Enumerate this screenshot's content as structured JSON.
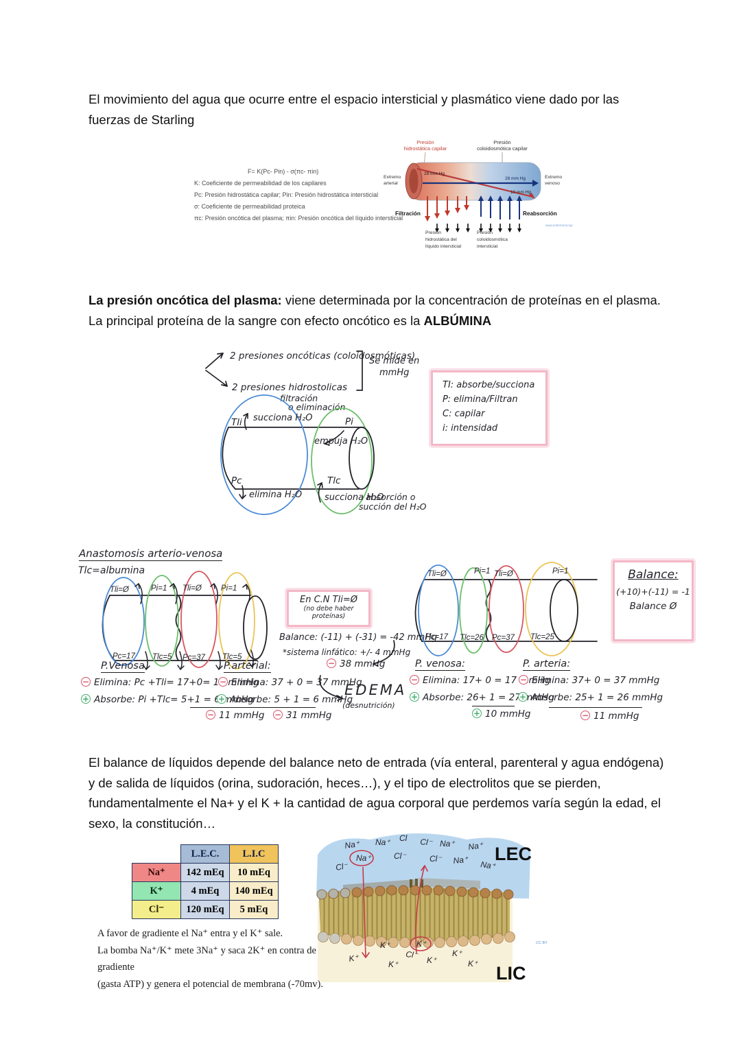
{
  "doc": {
    "para1": "El movimiento del agua que ocurre entre el espacio intersticial y plasmático viene dado por las fuerzas de Starling",
    "para2_bold": "La presión oncótica del plasma:",
    "para2_mid": " viene determinada por la concentración de proteínas en el plasma. La principal proteína de la sangre con efecto oncótico es la ",
    "para2_bold2": "ALBÚMINA",
    "para3": "El balance de líquidos depende del balance neto de entrada (vía enteral, parenteral y agua endógena) y de salida de líquidos (orina, sudoración, heces…), y el tipo de electrolitos que se pierden, fundamentalmente el Na+ y el K + la cantidad de agua corporal que perdemos varía según la edad, el sexo, la constitución…"
  },
  "starling": {
    "equation": "F= K(Pc- Pin) - σ(πc- πin)",
    "k": "K: Coeficiente de permeabilidad de los capilares",
    "p": "Pc: Presión hidrostática capilar; Pin: Presión hidrostática intersticial",
    "sigma": "σ: Coeficiente de permeabilidad proteica",
    "pi": "πc: Presión oncótica del plasma; πin: Presión oncótica del líquido intersticial"
  },
  "cap": {
    "lbl_ph1": "Presión",
    "lbl_ph2": "hidrostática capilar",
    "lbl_pc1": "Presión",
    "lbl_pc2": "coloidosmótica capilar",
    "mm28a": "28 mm Hg",
    "mm28b": "28 mm Hg",
    "mm10": "10 mm Hg",
    "ext_a1": "Extremo",
    "ext_a2": "arterial",
    "ext_v1": "Extremo",
    "ext_v2": "venoso",
    "filt": "Filtración",
    "reab": "Reabsorción",
    "web": "www.enfermeria.top",
    "bl1a": "Presión",
    "bl1b": "hidrostática del",
    "bl1c": "líquido intersticial",
    "bl2a": "Presión",
    "bl2b": "coloidosmótica",
    "bl2c": "intersticial"
  },
  "d1": {
    "onc": "2 presiones oncóticas (coloidosmóticas)",
    "hid": "2 presiones hidrostolicas",
    "mide1": "Se mide en",
    "mide2": "mmHg",
    "filt": "filtración",
    "elim": "o eliminación",
    "tli": "Tli",
    "succ_top": "succiona H₂O",
    "pi": "Pi",
    "empuja": "empuja H₂O",
    "pc": "Pc",
    "elimina": "elimina H₂O",
    "tlc": "Tlc",
    "succ_bot": "succiona H₂O",
    "abs1": "absorción o",
    "abs2": "succión del H₂O",
    "leg1": "TI: absorbe/succiona",
    "leg2": "P: elimina/Filtran",
    "leg3": "C: capilar",
    "leg4": "i: intensidad"
  },
  "d2": {
    "title": "Anastomosis arterio-venosa",
    "subtitle": "Tlc=albumina",
    "lt": [
      "Tli=Ø",
      "Pi=1",
      "Tli=Ø",
      "Pi=1"
    ],
    "lb": [
      "Pc=17",
      "Tlc=5",
      "Pc=37",
      "Tlc=5"
    ],
    "rt": [
      "Tli=Ø",
      "Pi=1",
      "Tli=Ø",
      "Pi=1"
    ],
    "rb": [
      "Pc=17",
      "Tlc=26",
      "Pc=37",
      "Tlc=25"
    ],
    "pv_title": "P.Venosa",
    "pv1s": "−",
    "pv1": "Elimina: Pc +Tli= 17+0= 17 mmHg",
    "pv2s": "+",
    "pv2": "Absorbe: Pi +Tlc= 5+1 = 6 mmHg",
    "pvns": "−",
    "pvn": "11 mmHg",
    "pa_title": "P.arterial:",
    "pa1s": "−",
    "pa1": "Elimina: 37 + 0 = 37 mmHg",
    "pa2s": "+",
    "pa2": "Absorbe: 5 + 1 = 6 mmHg",
    "pans": "−",
    "pan": "31 mmHg",
    "cn1": "En C.N Tli=Ø",
    "cn2": "(no debe haber proteínas)",
    "bal": "Balance: (-11) + (-31) = -42 mmHg",
    "linf": "*sistema linfático: +/- 4 mmHg",
    "n38s": "−",
    "n38": "38 mmHg",
    "edema": "EDEMA",
    "desn": "(desnutrición)",
    "rv_title": "P. venosa:",
    "rv1s": "−",
    "rv1": "Elimina: 17+ 0 = 17 mmHg",
    "rv2s": "+",
    "rv2": "Absorbe: 26+ 1 = 27 mmHg",
    "rvns": "+",
    "rvn": "10 mmHg",
    "ra_title": "P. arteria:",
    "ra1s": "−",
    "ra1": "Elimina: 37+ 0 = 37 mmHg",
    "ra2s": "+",
    "ra2": "Absorbe: 25+ 1 = 26 mmHg",
    "rans": "−",
    "ran": "11 mmHg",
    "bx_title": "Balance:",
    "bx_calc": "(+10)+(-11) = -1",
    "bx_res": "Balance Ø"
  },
  "table": {
    "h_lec": "L.E.C.",
    "h_lic": "L.I.C",
    "rows": [
      {
        "ion": "Na⁺",
        "lec": "142 mEq",
        "lic": "10 mEq"
      },
      {
        "ion": "K⁺",
        "lec": "4 mEq",
        "lic": "140 mEq"
      },
      {
        "ion": "Cl⁻",
        "lec": "120 mEq",
        "lic": "5 mEq"
      }
    ],
    "note1": "A favor de gradiente el Na⁺ entra y el K⁺ sale.",
    "note2": "La bomba Na⁺/K⁺ mete 3Na⁺ y saca 2K⁺ en contra de gradiente",
    "note3": "(gasta ATP) y genera el potencial de membrana (-70mv)."
  },
  "mem": {
    "lec": "LEC",
    "lic": "LIC",
    "cc": "CC BY",
    "li": [
      "Cl⁻",
      "Na⁺",
      "Na⁺",
      "Cl",
      "Cl⁻",
      "Na⁺",
      "Na⁺",
      "Na⁺",
      "Cl⁻",
      "Cl⁻",
      "Na⁺",
      "Na⁺"
    ],
    "ki": [
      "K⁺",
      "K⁺",
      "K⁺",
      "Cl⁻",
      "K⁺",
      "K⁺",
      "K⁺",
      "K⁺"
    ]
  }
}
